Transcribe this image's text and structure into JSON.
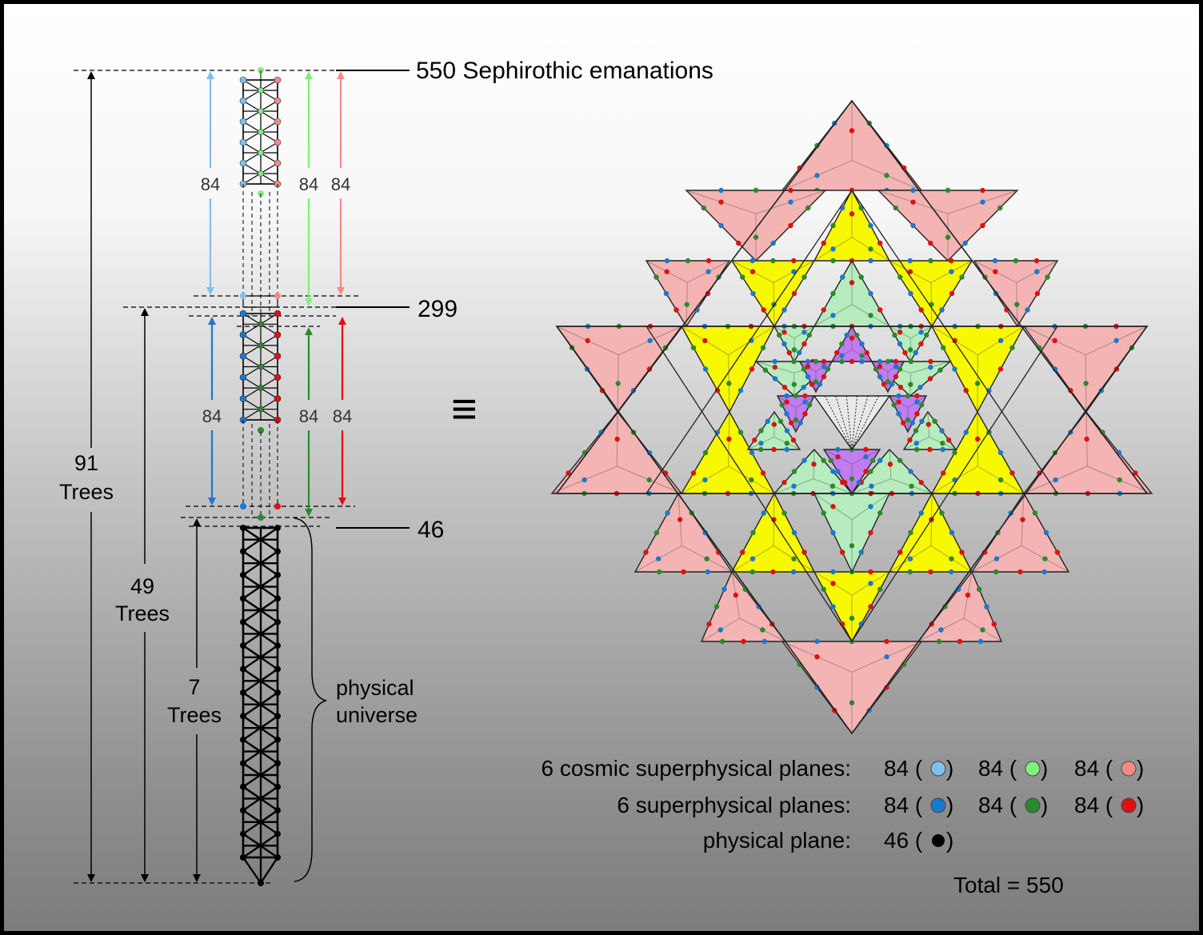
{
  "labels": {
    "top": "550 Sephirothic emanations",
    "mark_299": "299",
    "mark_46": "46",
    "equiv": "≡",
    "n84": "84",
    "trees91_n": "91",
    "trees49_n": "49",
    "trees7_n": "7",
    "trees_word": "Trees",
    "physical_1": "physical",
    "physical_2": "universe"
  },
  "legend": {
    "row1_label": "6 cosmic superphysical planes:",
    "row2_label": "6 superphysical planes:",
    "row3_label": "physical plane:",
    "v84": "84 (",
    "v46": "46 (",
    "close": ")",
    "total": "Total = 550"
  },
  "colors": {
    "light_blue": "#7fc0ec",
    "light_green": "#7ff07a",
    "light_red": "#f48a86",
    "blue": "#1a78d0",
    "green": "#2a8a2a",
    "red": "#e01010",
    "pink_fill": "#f4b4b4",
    "yellow_fill": "#f8f800",
    "mint_fill": "#b6ecbe",
    "violet_fill": "#c07cf0"
  }
}
